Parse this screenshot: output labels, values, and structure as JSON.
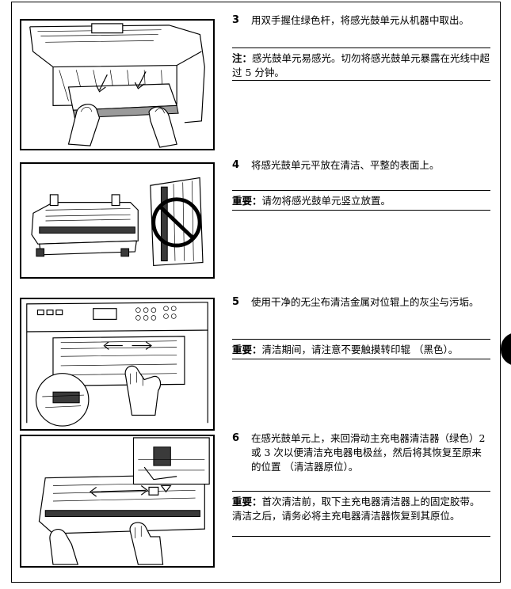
{
  "steps": [
    {
      "number": "3",
      "text": "用双手握住绿色杆，将感光鼓单元从机器中取出。",
      "note_label": "注：",
      "note_text": "感光鼓单元易感光。切勿将感光鼓单元暴露在光线中超过 5 分钟。"
    },
    {
      "number": "4",
      "text": "将感光鼓单元平放在清洁、平整的表面上。",
      "note_label": "重要：",
      "note_text": "请勿将感光鼓单元竖立放置。"
    },
    {
      "number": "5",
      "text": "使用干净的无尘布清洁金属对位辊上的灰尘与污垢。",
      "note_label": "重要：",
      "note_text": "清洁期间，请注意不要触摸转印辊 （黑色）。"
    },
    {
      "number": "6",
      "text": "在感光鼓单元上，来回滑动主充电器清洁器（绿色）2 或 3 次以便清洁充电器电极丝，然后将其恢复至原来的位置 （清洁器原位）。",
      "note_label": "重要：",
      "note_text": "首次清洁前，取下主充电器清洁器上的固定胶带。",
      "note_text2": "清洁之后，请务必将主充电器清洁器恢复到其原位。"
    }
  ],
  "illustrations": [
    {
      "name": "remove-drum-illustration"
    },
    {
      "name": "drum-flat-illustration"
    },
    {
      "name": "clean-roller-illustration"
    },
    {
      "name": "charger-cleaner-illustration"
    }
  ]
}
